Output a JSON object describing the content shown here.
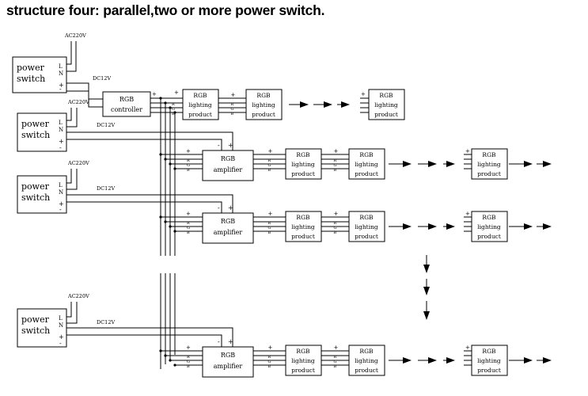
{
  "title": "structure four: parallel,two or more power switch.",
  "power_switch": {
    "line1": "power",
    "line2": "switch"
  },
  "ac_input": {
    "label": "AC220V",
    "terminal_l": "L",
    "terminal_n": "N"
  },
  "dc_output": {
    "label": "DC12V",
    "plus": "+",
    "minus": "-"
  },
  "controller": {
    "line1": "RGB",
    "line2": "controller"
  },
  "amplifier": {
    "line1": "RGB",
    "line2": "amplifier",
    "plus": "+",
    "minus": "-"
  },
  "lighting_product": {
    "line1": "RGB",
    "line2": "lighting",
    "line3": "product"
  },
  "bus_letters": [
    "R",
    "G",
    "B"
  ],
  "arrow_color": "#000000"
}
